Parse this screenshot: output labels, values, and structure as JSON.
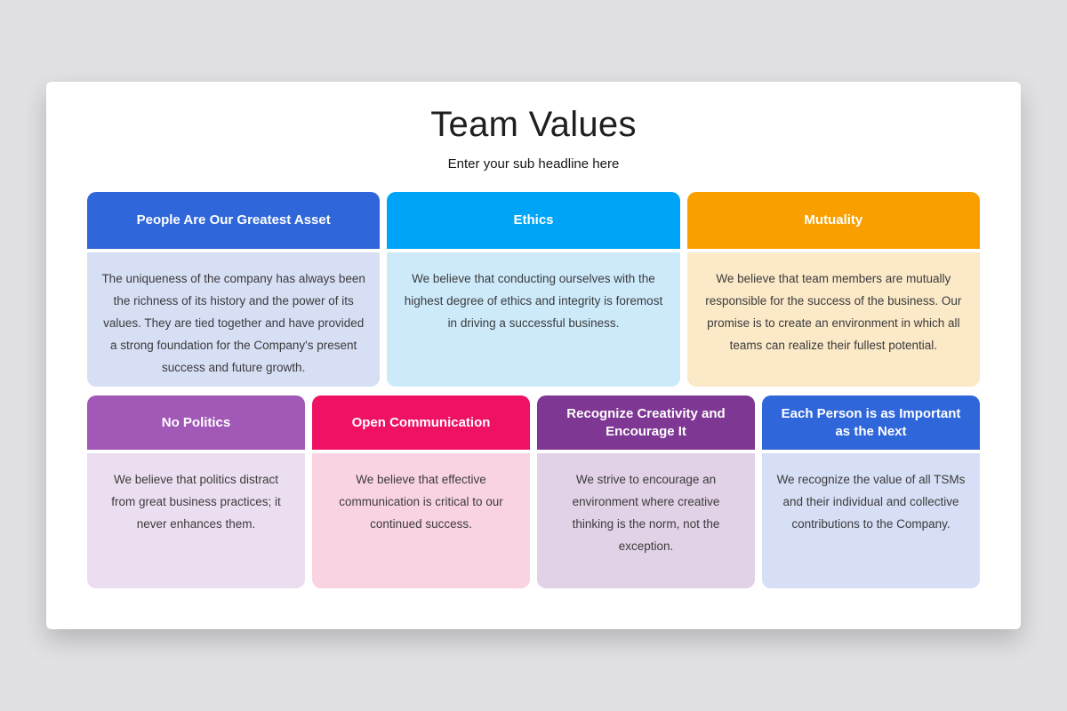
{
  "slide": {
    "title": "Team Values",
    "subtitle": "Enter your sub headline here"
  },
  "cards": [
    {
      "title": "People Are Our Greatest Asset",
      "body": "The uniqueness of the company has always been the richness of its history and the power of its values. They are tied together and have provided a strong foundation for the Company's present success and future growth.",
      "header_color": "#2f66d9",
      "body_color": "#d7dff5"
    },
    {
      "title": "Ethics",
      "body": "We believe that conducting ourselves with the highest degree of ethics and integrity is foremost in driving a successful  business.",
      "header_color": "#00a4f7",
      "body_color": "#cdeafb"
    },
    {
      "title": "Mutuality",
      "body": "We believe that team members are mutually responsible for the success of the business. Our promise is to create an environment in which all teams can realize their fullest potential.",
      "header_color": "#f99f00",
      "body_color": "#fbe9c8"
    },
    {
      "title": "No Politics",
      "body": "We believe that politics distract from great business practices; it never enhances them.",
      "header_color": "#a158b6",
      "body_color": "#ecdef1"
    },
    {
      "title": "Open Communication",
      "body": "We believe that effective communication is critical to our continued success.",
      "header_color": "#ee1164",
      "body_color": "#fad3e3"
    },
    {
      "title": "Recognize Creativity and Encourage It",
      "body": "We strive to encourage an environment where creative thinking is the norm, not the exception.",
      "header_color": "#7e3792",
      "body_color": "#e2d2e7"
    },
    {
      "title": "Each Person is as Important as the Next",
      "body": "We recognize the value of all TSMs and their individual and collective contributions to the Company.",
      "header_color": "#2f66d9",
      "body_color": "#d6dff5"
    }
  ]
}
